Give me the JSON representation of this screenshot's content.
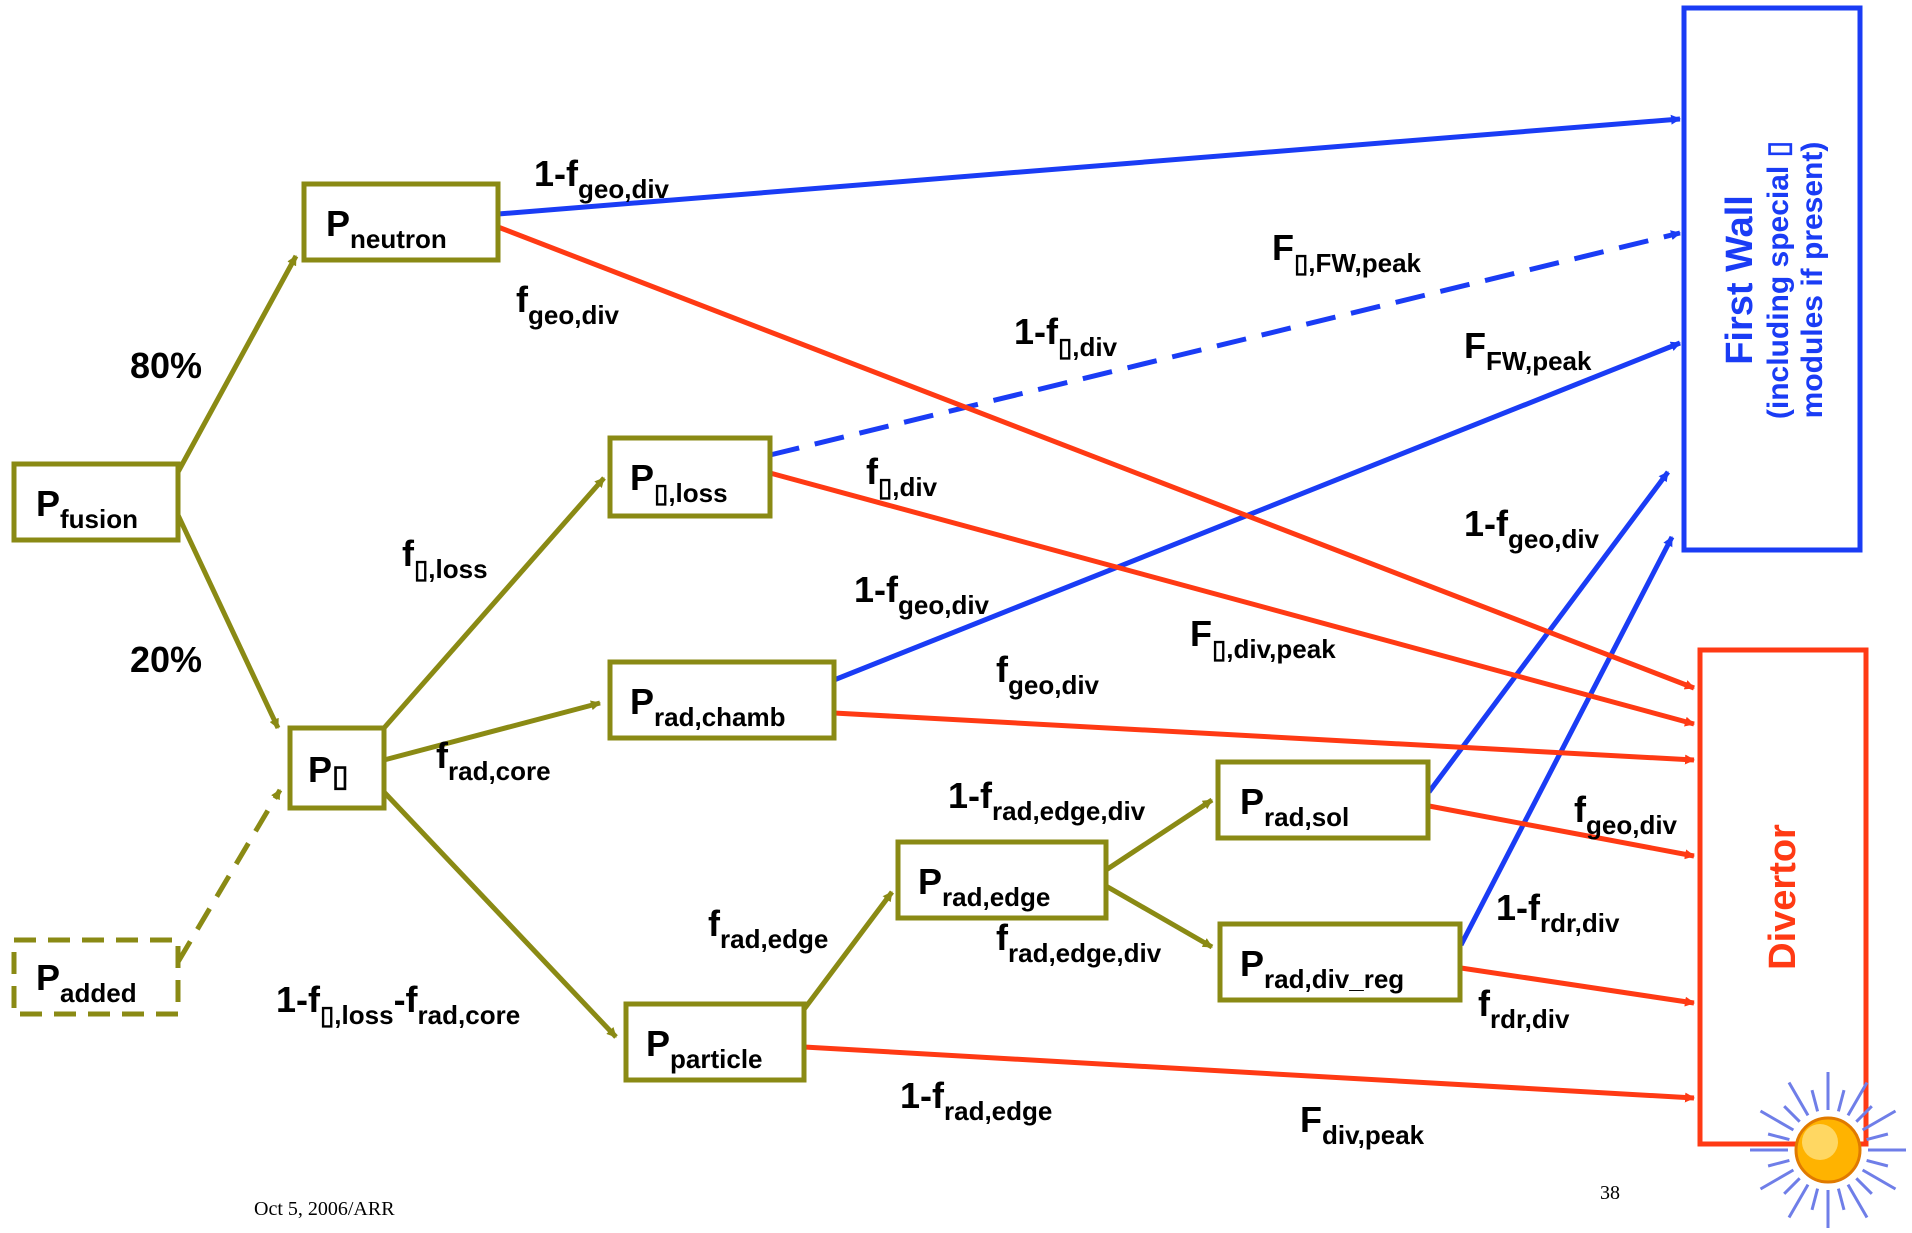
{
  "colors": {
    "olive": "#8a8a14",
    "blue": "#1a3cf5",
    "red": "#ff3a14",
    "sun_core": "#ffb300",
    "sun_rays": "#6f7ee8"
  },
  "nodes": {
    "p_fusion": {
      "main": "P",
      "sub": "fusion"
    },
    "p_added": {
      "main": "P",
      "sub": "added"
    },
    "p_neutron": {
      "main": "P",
      "sub": "neutron"
    },
    "p_alpha": {
      "main": "P",
      "sub": "▯"
    },
    "p_alpha_loss": {
      "main": "P",
      "sub": "▯,loss"
    },
    "p_rad_chamb": {
      "main": "P",
      "sub": "rad,chamb"
    },
    "p_particle": {
      "main": "P",
      "sub": "particle"
    },
    "p_rad_edge": {
      "main": "P",
      "sub": "rad,edge"
    },
    "p_rad_sol": {
      "main": "P",
      "sub": "rad,sol"
    },
    "p_rad_div_reg": {
      "main": "P",
      "sub": "rad,div_reg"
    }
  },
  "targets": {
    "first_wall": {
      "line1": "First Wall",
      "line2": "(including special ▯",
      "line3": "modules if present)"
    },
    "divertor": {
      "label": "Divertor"
    }
  },
  "edge_labels": {
    "pct_80": "80%",
    "pct_20": "20%",
    "neutron_fw": {
      "main": "1-f",
      "sub": "geo,div"
    },
    "neutron_div": {
      "main": "f",
      "sub": "geo,div"
    },
    "alpha_loss": {
      "main": "f",
      "sub": "▯,loss"
    },
    "rad_core": {
      "main": "f",
      "sub": "rad,core"
    },
    "particle_frac": {
      "main": "1-f",
      "sub1": "▯,loss",
      "mid": "-f",
      "sub2": "rad,core"
    },
    "aloss_fw": {
      "main": "1-f",
      "sub": "▯,div"
    },
    "aloss_fw_peak": {
      "main": "F",
      "sub": "▯,FW,peak"
    },
    "aloss_div": {
      "main": "f",
      "sub": "▯,div"
    },
    "aloss_div_peak": {
      "main": "F",
      "sub": "▯,div,peak"
    },
    "fw_peak": {
      "main": "F",
      "sub": "FW,peak"
    },
    "chamb_fw": {
      "main": "1-f",
      "sub": "geo,div"
    },
    "chamb_div": {
      "main": "f",
      "sub": "geo,div"
    },
    "sol_fw": {
      "main": "1-f",
      "sub": "geo,div"
    },
    "sol_div": {
      "main": "f",
      "sub": "geo,div"
    },
    "rad_edge": {
      "main": "f",
      "sub": "rad,edge"
    },
    "edge_sol": {
      "main": "1-f",
      "sub": "rad,edge,div"
    },
    "edge_divreg": {
      "main": "f",
      "sub": "rad,edge,div"
    },
    "rdr_fw": {
      "main": "1-f",
      "sub": "rdr,div"
    },
    "rdr_div": {
      "main": "f",
      "sub": "rdr,div"
    },
    "particle_div": {
      "main": "1-f",
      "sub": "rad,edge"
    },
    "div_peak": {
      "main": "F",
      "sub": "div,peak"
    }
  },
  "footer": {
    "date": "Oct 5, 2006/ARR",
    "page": "38"
  }
}
